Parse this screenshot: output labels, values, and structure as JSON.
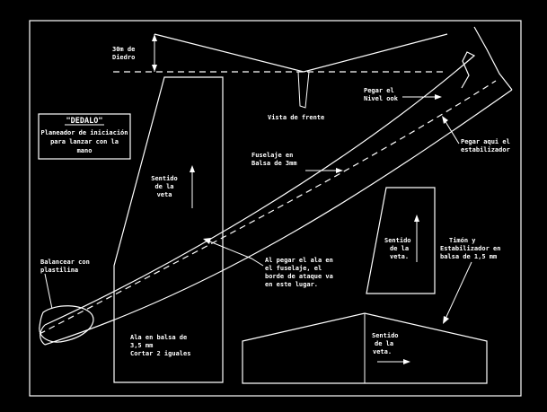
{
  "colors": {
    "background": "#000000",
    "lines": "#ffffff"
  },
  "labels": {
    "dihedral_height": [
      "30m de",
      "Diedro"
    ],
    "front_view": "Vista de frente",
    "glue_wing": [
      "Pegar el",
      "Nivel ook"
    ],
    "glue_stabilizer": [
      "Pegar aqui el",
      "estabilizador"
    ],
    "fuselage": [
      "Fuselaje en",
      "Balsa de 3mm"
    ],
    "wing_grain": [
      "Sentido",
      "de la",
      "veta"
    ],
    "fin_grain": [
      "Sentido",
      "de la",
      "veta."
    ],
    "stab_grain": [
      "Sentido",
      "de la",
      "veta."
    ],
    "glue_note": [
      "Al pegar el ala en",
      "el fuselaje, el",
      "borde de ataque va",
      "en este lugar."
    ],
    "ballast": [
      "Balancear con",
      "plastilina"
    ],
    "wing_material": [
      "Ala en balsa de",
      "3,5 mm",
      "Cortar 2 iguales"
    ],
    "tail_material": [
      "Timón y",
      "Estabilizador en",
      "balsa de 1,5 mm"
    ]
  },
  "title_box": {
    "name": "\"DEDALO\"",
    "subtitle": [
      "Planeador de iniciación",
      "para lanzar con la",
      "mano"
    ]
  }
}
